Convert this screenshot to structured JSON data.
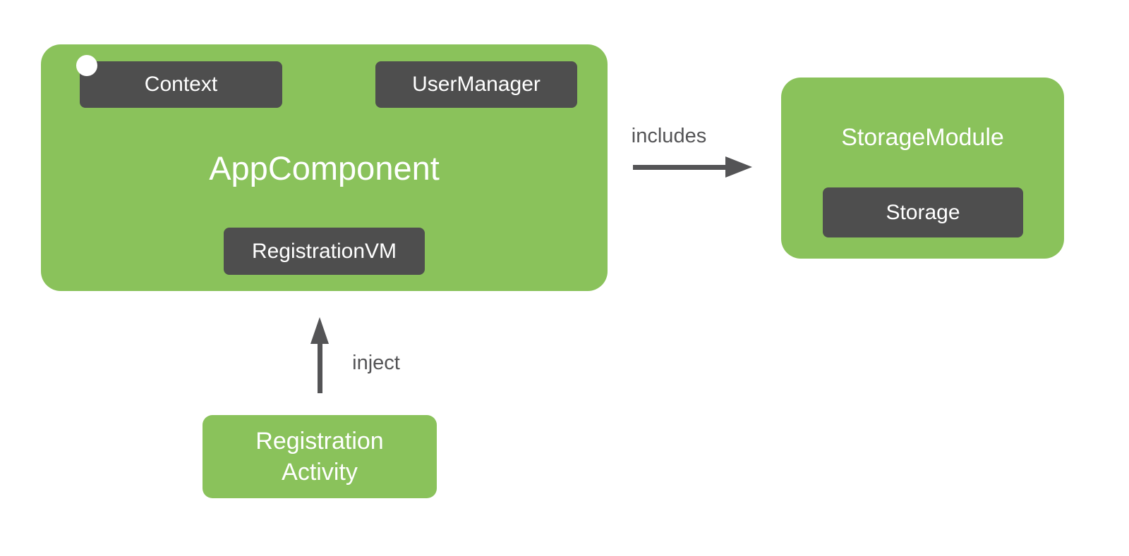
{
  "colors": {
    "green": "#8AC25B",
    "dark_box": "#4E4E4E",
    "arrow": "#545456",
    "text_white": "#FFFFFF",
    "background": "#FFFFFF"
  },
  "nodes": {
    "app_component": {
      "label": "AppComponent"
    },
    "context": {
      "label": "Context"
    },
    "user_manager": {
      "label": "UserManager"
    },
    "registration_vm": {
      "label": "RegistrationVM"
    },
    "storage_module": {
      "label": "StorageModule"
    },
    "storage": {
      "label": "Storage"
    },
    "registration_activity": {
      "lines": [
        "Registration",
        "Activity"
      ]
    }
  },
  "edges": {
    "includes": {
      "label": "includes"
    },
    "inject": {
      "label": "inject"
    }
  }
}
